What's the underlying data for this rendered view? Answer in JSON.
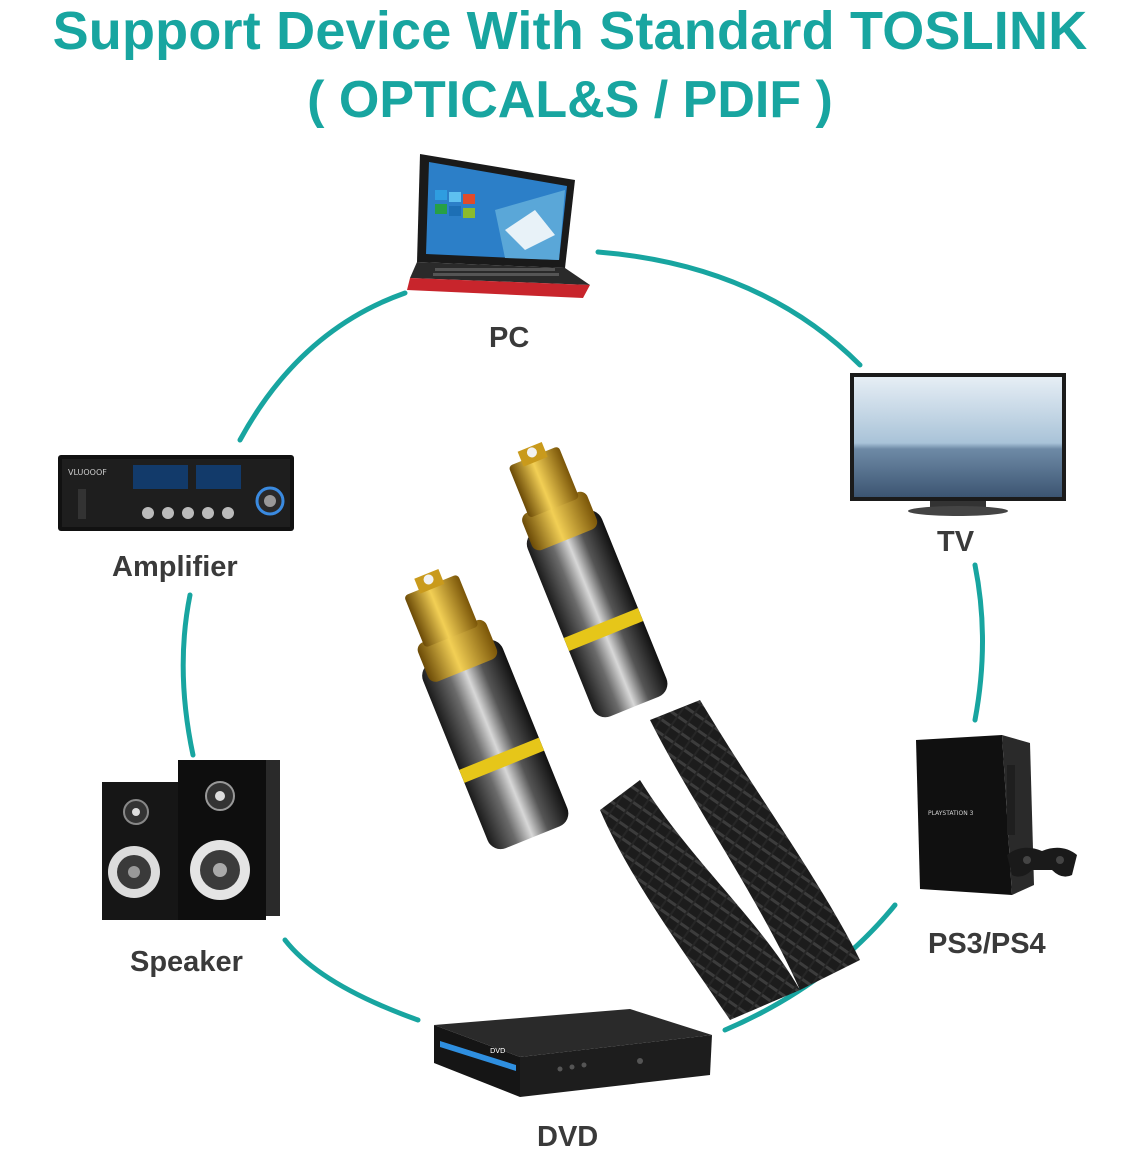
{
  "header": {
    "title_line1": "Support Device With Standard TOSLINK",
    "title_line2": "( OPTICAL&S / PDIF )"
  },
  "devices": {
    "pc": {
      "label": "PC",
      "icon": "laptop-icon"
    },
    "tv": {
      "label": "TV",
      "icon": "tv-icon"
    },
    "amplifier": {
      "label": "Amplifier",
      "icon": "amplifier-icon",
      "brand_text": "VLUOOOF"
    },
    "ps": {
      "label": "PS3/PS4",
      "icon": "game-console-icon",
      "console_text": "PLAYSTATION 3"
    },
    "speaker": {
      "label": "Speaker",
      "icon": "speaker-icon"
    },
    "dvd": {
      "label": "DVD",
      "icon": "dvd-player-icon",
      "display_text": "DVD"
    }
  },
  "colors": {
    "accent": "#18a5a0",
    "label": "#3a3a3a",
    "gold": "#c99a1c",
    "yellow_band": "#e6c619"
  }
}
